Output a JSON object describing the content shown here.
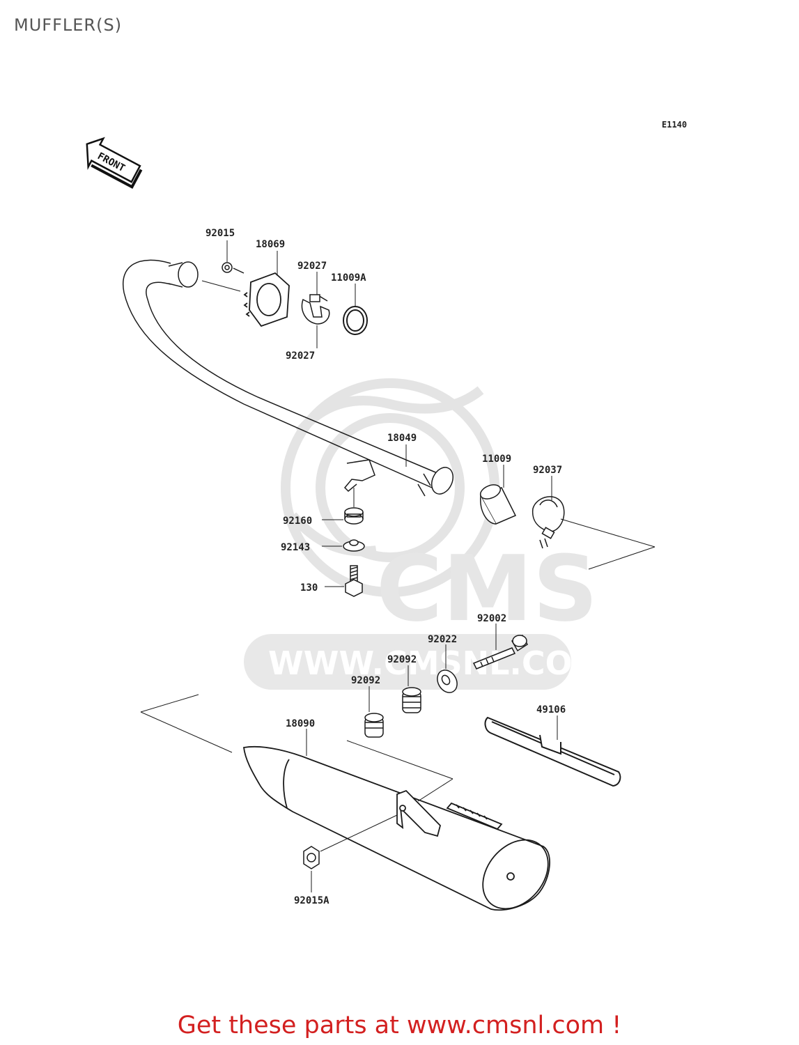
{
  "title": "MUFFLER(S)",
  "diagram_code": "E1140",
  "front_indicator": "FRONT",
  "watermark": {
    "brand": "CMS",
    "url": "WWW.CMSNL.COM"
  },
  "parts": {
    "p92015": "92015",
    "p18069": "18069",
    "p92027_top": "92027",
    "p11009A": "11009A",
    "p92027_bottom": "92027",
    "p18049": "18049",
    "p11009": "11009",
    "p92037": "92037",
    "p92160": "92160",
    "p92143": "92143",
    "p130": "130",
    "p92002": "92002",
    "p92022": "92022",
    "p92092_upper": "92092",
    "p92092_lower": "92092",
    "p18090": "18090",
    "p49106": "49106",
    "p92015A": "92015A"
  },
  "footer": "Get these parts at www.cmsnl.com !",
  "colors": {
    "footer_text": "#d32020",
    "line": "#1a1a1a",
    "watermark": "#e6e6e6"
  }
}
